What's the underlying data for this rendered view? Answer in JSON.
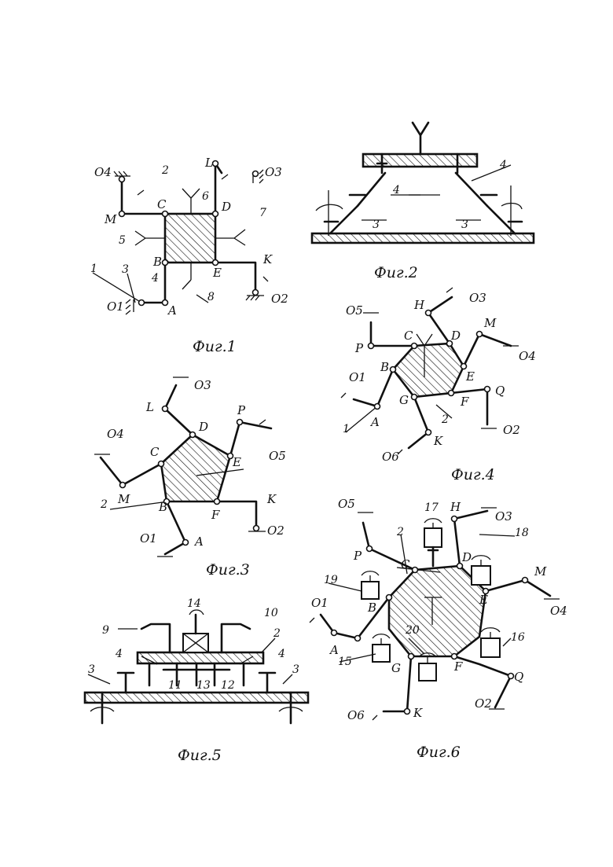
{
  "figures": {
    "fig1": {
      "caption": "Фиг.1",
      "points": [
        "O4",
        "M",
        "C",
        "2",
        "L",
        "D",
        "O3",
        "6",
        "5",
        "7",
        "B",
        "E",
        "K",
        "4",
        "1",
        "3",
        "O1",
        "A",
        "8",
        "O2"
      ]
    },
    "fig2": {
      "caption": "Фиг.2",
      "parts": [
        "4",
        "4",
        "3",
        "3"
      ]
    },
    "fig3": {
      "caption": "Фиг.3",
      "points": [
        "O3",
        "L",
        "D",
        "P",
        "O5",
        "O4",
        "C",
        "E",
        "M",
        "B",
        "K",
        "2",
        "F",
        "O2",
        "O1",
        "A"
      ]
    },
    "fig4": {
      "caption": "Фиг.4",
      "points": [
        "H",
        "O3",
        "O5",
        "M",
        "C",
        "D",
        "P",
        "O4",
        "B",
        "E",
        "O1",
        "G",
        "F",
        "Q",
        "A",
        "2",
        "1",
        "K",
        "O2",
        "O6"
      ]
    },
    "fig5": {
      "caption": "Фиг.5",
      "parts": [
        "14",
        "10",
        "9",
        "2",
        "4",
        "4",
        "3",
        "3",
        "11",
        "13",
        "12"
      ]
    },
    "fig6": {
      "caption": "Фиг.6",
      "points": [
        "O5",
        "17",
        "H",
        "O3",
        "2",
        "18",
        "P",
        "C",
        "D",
        "19",
        "M",
        "O1",
        "B",
        "E",
        "A",
        "15",
        "20",
        "16",
        "O4",
        "G",
        "F",
        "Q",
        "K",
        "O2",
        "O6"
      ]
    }
  }
}
